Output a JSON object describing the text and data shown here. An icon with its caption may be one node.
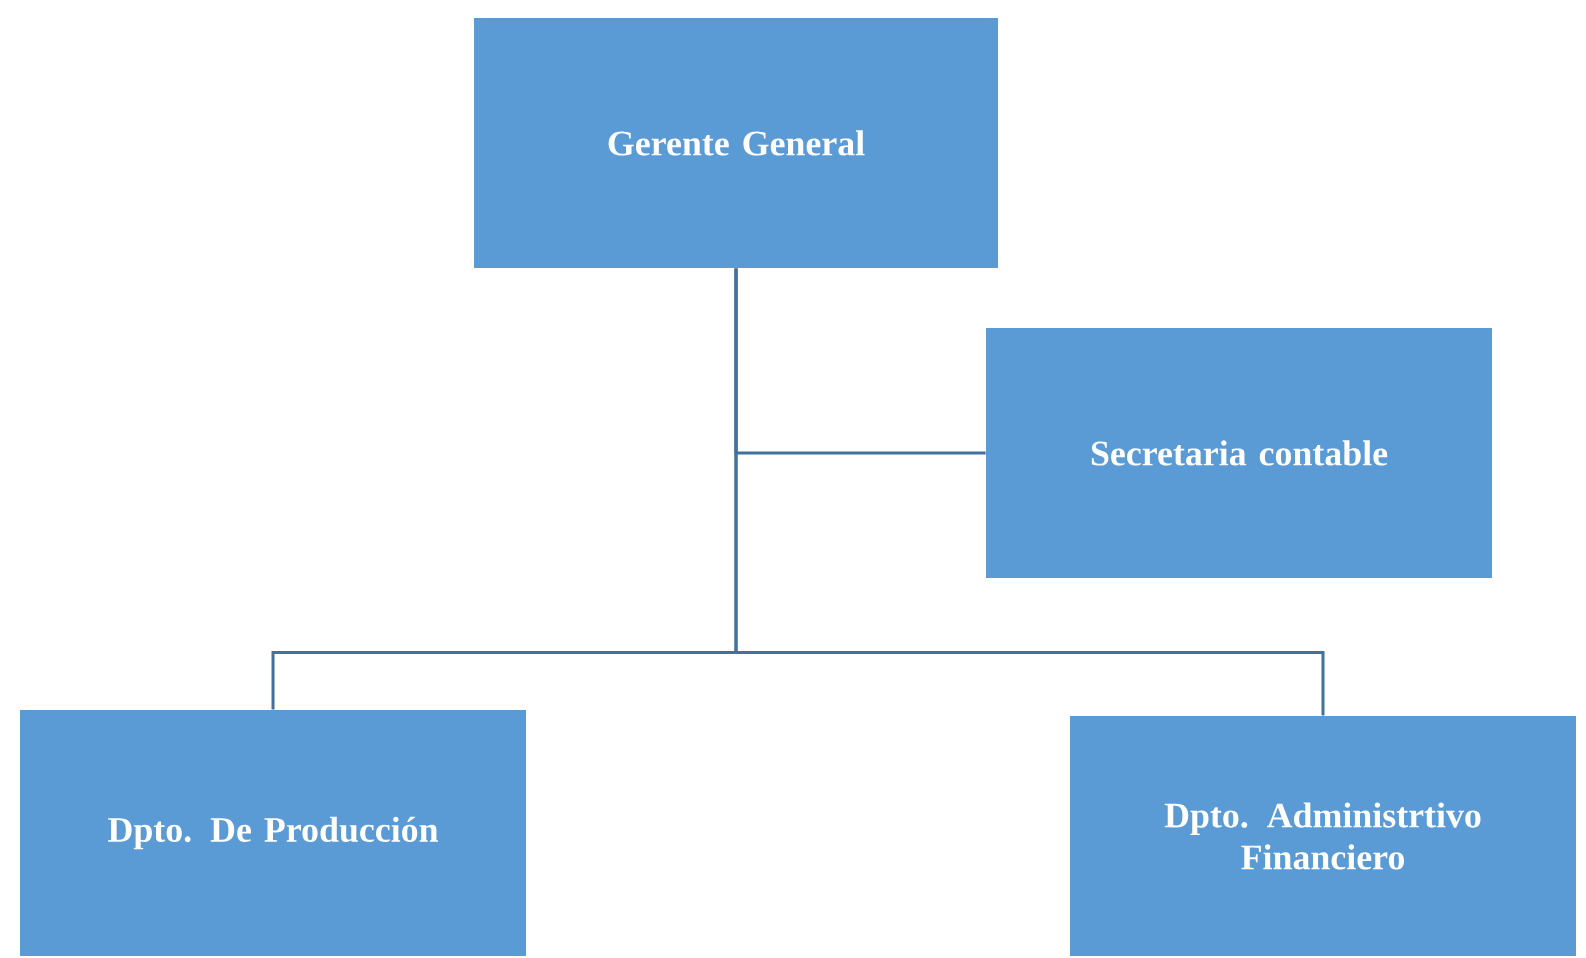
{
  "diagram": {
    "nodes": [
      {
        "text": [
          "Gerente General"
        ]
      },
      {
        "text": [
          "Secretaria contable"
        ]
      },
      {
        "text": [
          "Dpto. De Producción"
        ]
      },
      {
        "text": [
          "Dpto. Administrtivo Financiero"
        ]
      }
    ],
    "edges": [
      {
        "from": 0,
        "to": 1,
        "arrow": "none"
      },
      {
        "from": 0,
        "to": 2,
        "arrow": "none"
      },
      {
        "from": 0,
        "to": 3,
        "arrow": "none"
      }
    ]
  }
}
